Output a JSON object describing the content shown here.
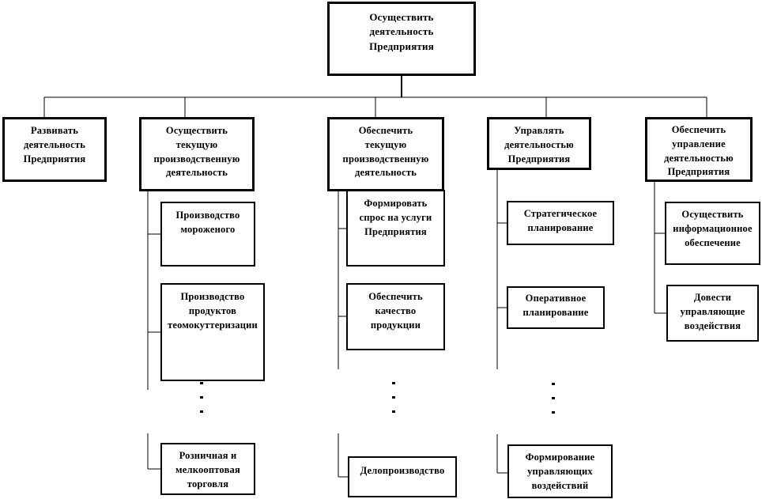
{
  "diagram": {
    "root": {
      "label": "Осуществить деятельность Предприятия"
    },
    "branches": [
      {
        "label": "Развивать деятельность Предприятия",
        "children": []
      },
      {
        "label": "Осуществить текущую производственную деятельность",
        "children": [
          "Производство мороженого",
          "Производство продуктов теомокуттеризации",
          "Розничная и мелкооптовая торговля"
        ],
        "has_ellipsis": true
      },
      {
        "label": "Обеспечить текущую производственную деятельность",
        "children": [
          "Формировать спрос на услуги Предприятия",
          "Обеспечить качество продукции",
          "Делопроизводство"
        ],
        "has_ellipsis": true
      },
      {
        "label": "Управлять деятельностью Предприятия",
        "children": [
          "Стратегическое планирование",
          "Оперативное планирование",
          "Формирование управляющих воздействий"
        ],
        "has_ellipsis": true
      },
      {
        "label": "Обеспечить управление деятельностью Предприятия",
        "children": [
          "Осуществить информационное обеспечение",
          "Довести управляющие воздействия"
        ],
        "has_ellipsis": false
      }
    ],
    "colors": {
      "line": "#000000",
      "box_border": "#000000",
      "background": "#ffffff"
    }
  }
}
